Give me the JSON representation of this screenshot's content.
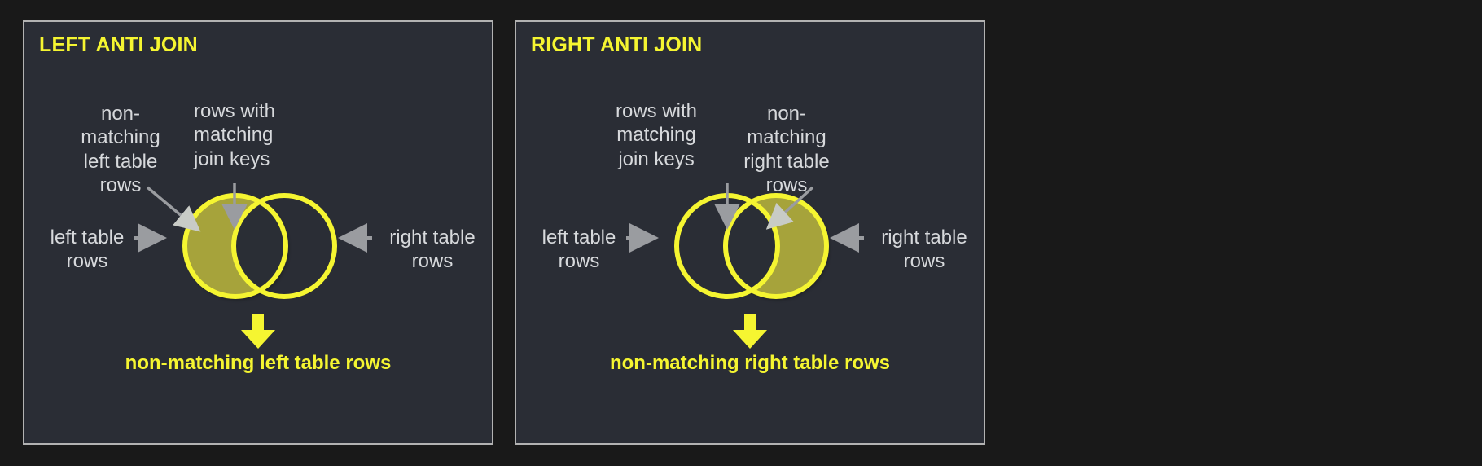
{
  "page": {
    "background_color": "#191919",
    "panel_background_color": "#2a2d35",
    "panel_border_color": "#b2b2b2",
    "accent_yellow": "#f5f531",
    "fill_olive": "#a6a33a",
    "annotation_text_color": "#d7d9dc",
    "pointer_color": "#9a9ca0"
  },
  "panels": [
    {
      "id": "left-anti-join",
      "title": "LEFT ANTI JOIN",
      "notes": {
        "non_matching": "non-\nmatching\nleft table\nrows",
        "matching": "rows with\nmatching\njoin keys",
        "left_side": "left table\nrows",
        "right_side": "right table\nrows"
      },
      "venn": {
        "left_circle_filled": true,
        "right_circle_filled": false,
        "intersection_filled": false,
        "left_circle_label": "left table rows",
        "right_circle_label": "right table rows"
      },
      "result_arrow_icon": "down-arrow-icon",
      "result_caption": "non-matching left table rows"
    },
    {
      "id": "right-anti-join",
      "title": "RIGHT ANTI JOIN",
      "notes": {
        "matching": "rows with\nmatching\njoin keys",
        "non_matching": "non-\nmatching\nright table\nrows",
        "left_side": "left table\nrows",
        "right_side": "right table\nrows"
      },
      "venn": {
        "left_circle_filled": false,
        "right_circle_filled": true,
        "intersection_filled": false,
        "left_circle_label": "left table rows",
        "right_circle_label": "right table rows"
      },
      "result_arrow_icon": "down-arrow-icon",
      "result_caption": "non-matching right table rows"
    }
  ]
}
